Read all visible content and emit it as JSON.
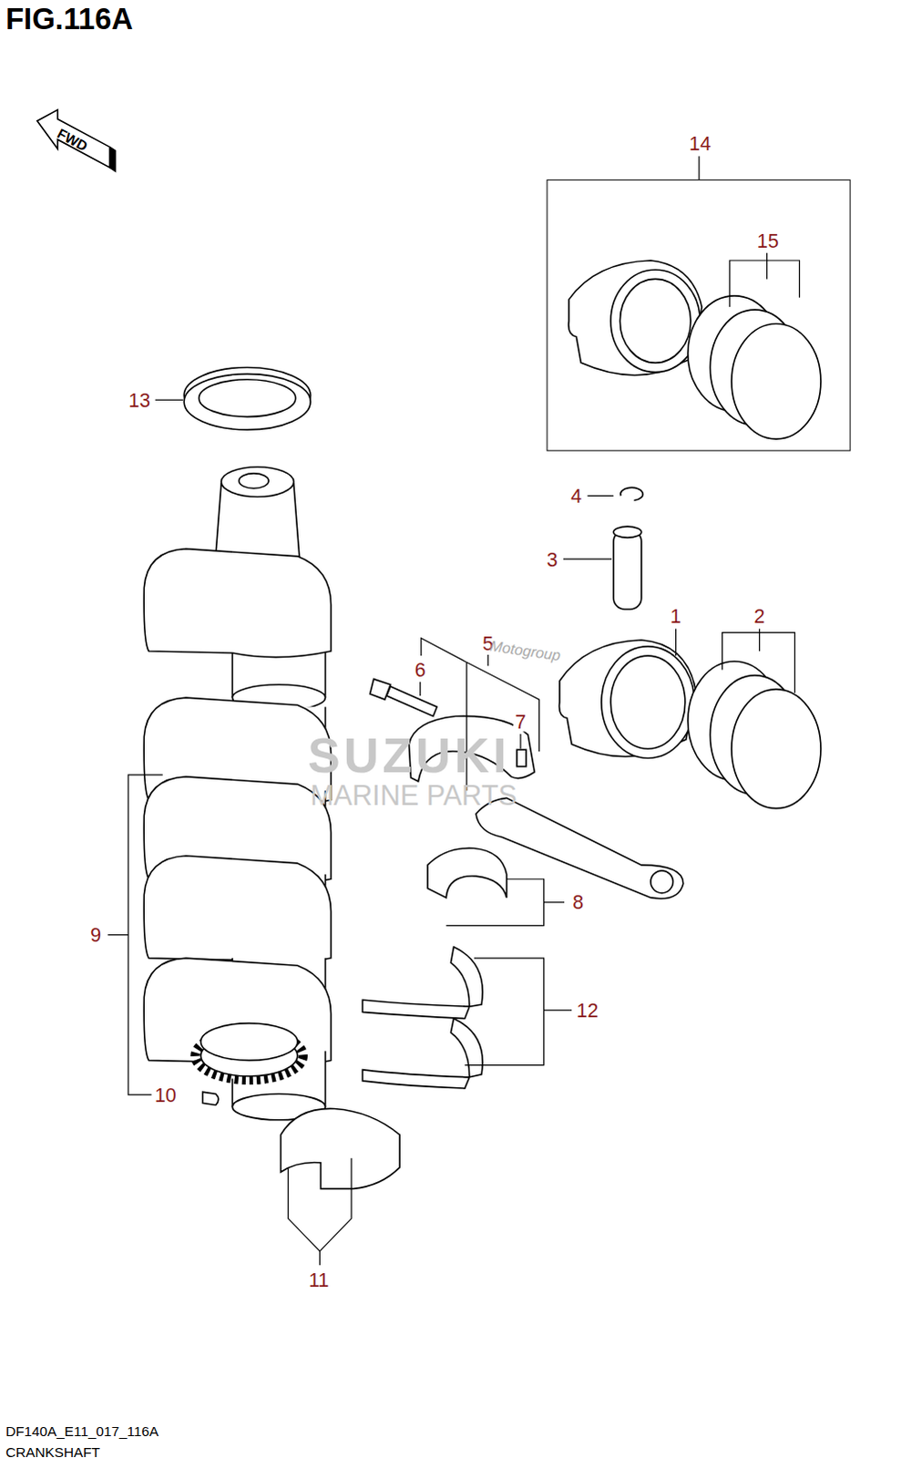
{
  "diagram": {
    "title": "FIG.116A",
    "nodes": [
      {
        "text": [
          "14",
          "15"
        ]
      }
    ],
    "labels": [
      "FWD",
      "13",
      "4",
      "3",
      "1",
      "2",
      "5",
      "6",
      "7",
      "8",
      "9",
      "10",
      "11",
      "12",
      "SUZUKI",
      "MARINE PARTS",
      "Motogroup",
      "DF140A_E11_017_116A",
      "CRANKSHAFT"
    ]
  }
}
